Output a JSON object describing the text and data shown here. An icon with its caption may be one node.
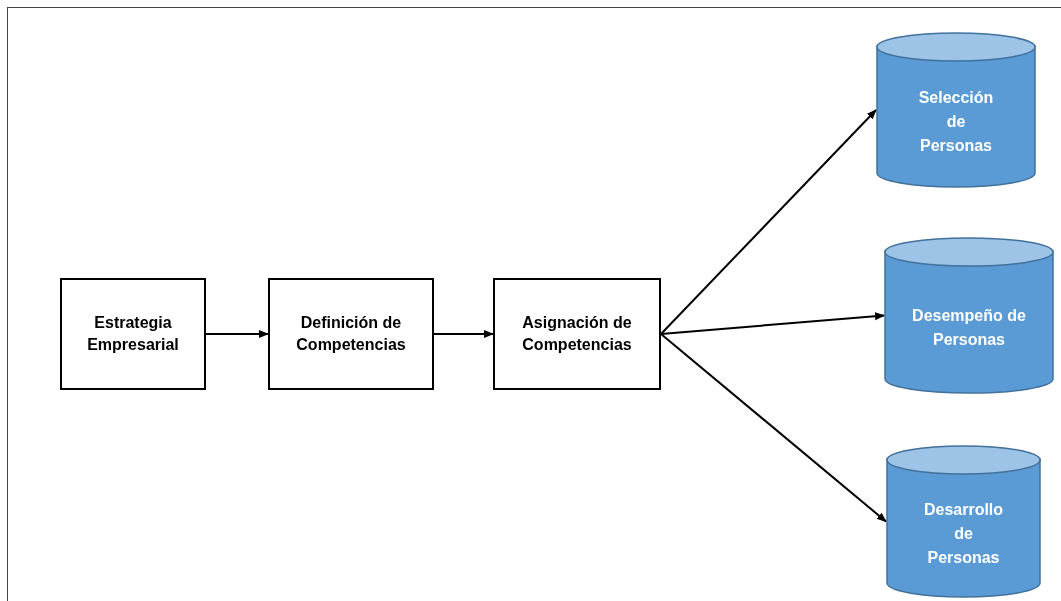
{
  "diagram": {
    "nodes": [
      {
        "text": [
          "Estrategia Empresarial"
        ]
      },
      {
        "text": [
          "Definición de Competencias"
        ]
      },
      {
        "text": [
          "Asignación de Competencias"
        ]
      },
      {
        "text": [
          "Selección de Personas"
        ]
      },
      {
        "text": [
          "Desempeño de Personas"
        ]
      },
      {
        "text": [
          "Desarrollo de Personas"
        ]
      }
    ],
    "edges": [
      {
        "from": 0,
        "to": 1,
        "arrow": "to"
      },
      {
        "from": 1,
        "to": 2,
        "arrow": "to"
      },
      {
        "from": 2,
        "to": 3,
        "arrow": "to"
      },
      {
        "from": 2,
        "to": 4,
        "arrow": "to"
      },
      {
        "from": 2,
        "to": 5,
        "arrow": "to"
      }
    ]
  }
}
